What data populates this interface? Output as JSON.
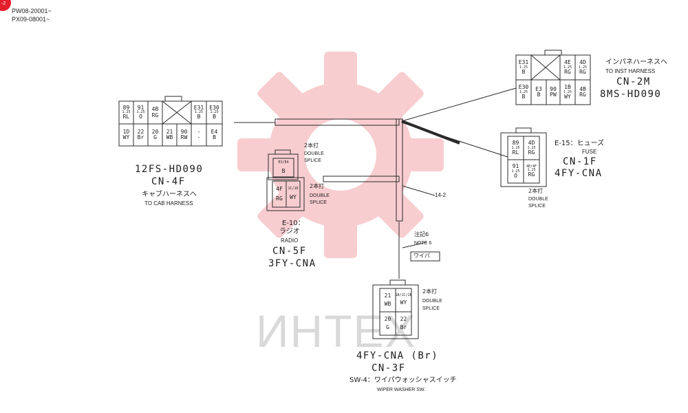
{
  "header": {
    "badge_text": "-2",
    "model_line_1": "PW08-20001~",
    "model_line_2": "PX09-08001~"
  },
  "connectors": {
    "cn4f": {
      "pins_top": [
        {
          "code": "89",
          "size": "1.25",
          "color": "RL"
        },
        {
          "code": "91",
          "size": "1.25",
          "color": "O"
        },
        {
          "code": "4B",
          "size": "",
          "color": "RG"
        },
        {
          "code": "",
          "size": "",
          "color": ""
        },
        {
          "code": "E31",
          "size": "1.25",
          "color": "B"
        },
        {
          "code": "E30",
          "size": "1.25",
          "color": "B"
        }
      ],
      "pins_bottom": [
        {
          "code": "1D",
          "color": "WY"
        },
        {
          "code": "22",
          "color": "Br"
        },
        {
          "code": "20",
          "color": "G"
        },
        {
          "code": "21",
          "color": "WB"
        },
        {
          "code": "90",
          "color": "RW"
        },
        {
          "code": "-",
          "color": "-"
        },
        {
          "code": "E4",
          "color": "B"
        }
      ],
      "part_number": "12FS-HD090",
      "name": "CN-4F",
      "desc_jp": "キャブハーネスへ",
      "desc_en": "TO CAB HARNESS"
    },
    "cn2m": {
      "pins_top": [
        {
          "code": "E31",
          "size": "1.25",
          "color": "B"
        },
        {
          "code": "4E",
          "size": "1.25",
          "color": "RG"
        },
        {
          "code": "4D",
          "size": "1.25",
          "color": "RG"
        }
      ],
      "pins_bottom": [
        {
          "code": "E30",
          "size": "1.25",
          "color": "B"
        },
        {
          "code": "E3",
          "size": "",
          "color": "B"
        },
        {
          "code": "90",
          "size": "",
          "color": "PW"
        },
        {
          "code": "1B",
          "size": "1.25",
          "color": "WY"
        },
        {
          "code": "4B",
          "size": "",
          "color": "RG"
        }
      ],
      "desc_jp": "インパネハーネスへ",
      "desc_en": "TO INST HARNESS",
      "name": "CN-2M",
      "part_number": "8MS-HD090"
    },
    "cn1f": {
      "pins": [
        {
          "code": "89",
          "size": "1.25",
          "color": "RL"
        },
        {
          "code": "4D",
          "size": "1.25",
          "color": "RG"
        },
        {
          "code": "91",
          "size": "1.25",
          "color": "O"
        },
        {
          "code": "4E/4F",
          "size": "1.25",
          "color": "RG"
        }
      ],
      "label": "E-15：ヒューズ",
      "label_en": "FUSE",
      "name": "CN-1F",
      "part_number": "4FY-CNA",
      "splice_jp": "2本打",
      "splice_en_1": "DOUBLE",
      "splice_en_2": "SPLICE"
    },
    "cn5f": {
      "top_pin": {
        "code": "E3/E4",
        "color": "B"
      },
      "pins": [
        {
          "code": "4F",
          "color": "RG"
        },
        {
          "code": "1C/1D",
          "color": "WY"
        }
      ],
      "splice_top_jp": "2本打",
      "splice_top_en_1": "DOUBLE",
      "splice_top_en_2": "SPLICE",
      "splice_right_jp": "2本打",
      "splice_right_en_1": "DOUBLE",
      "splice_right_en_2": "SPLICE",
      "label": "E-10：",
      "label_jp": "ラジオ",
      "label_en": "RADIO",
      "name": "CN-5F",
      "part_number": "3FY-CNA"
    },
    "cn3f": {
      "pins": [
        {
          "code": "21",
          "color": "WB"
        },
        {
          "code": "1B/1C/1E",
          "color": "WY"
        },
        {
          "code": "20",
          "color": "G"
        },
        {
          "code": "22",
          "color": "Br"
        }
      ],
      "splice_jp": "2本打",
      "splice_en_1": "DOUBLE",
      "splice_en_2": "SPLICE",
      "part_number": "4FY-CNA (Br)",
      "name": "CN-3F",
      "label_jp": "SW-4：ワイパウォッシャスイッチ",
      "label_en": "WIPER WASHER SW."
    }
  },
  "annotations": {
    "branch_point": "14-2",
    "note_jp": "注記6",
    "note_en": "NOTE 6",
    "wiper_tag": "ワイパ"
  },
  "watermark": {
    "text": "ИНТЕХ",
    "gear_color": "#f7c5c8",
    "text_color": "#d6d6d6"
  },
  "colors": {
    "line": "#2a2a2a",
    "badge": "#e41e2b"
  }
}
